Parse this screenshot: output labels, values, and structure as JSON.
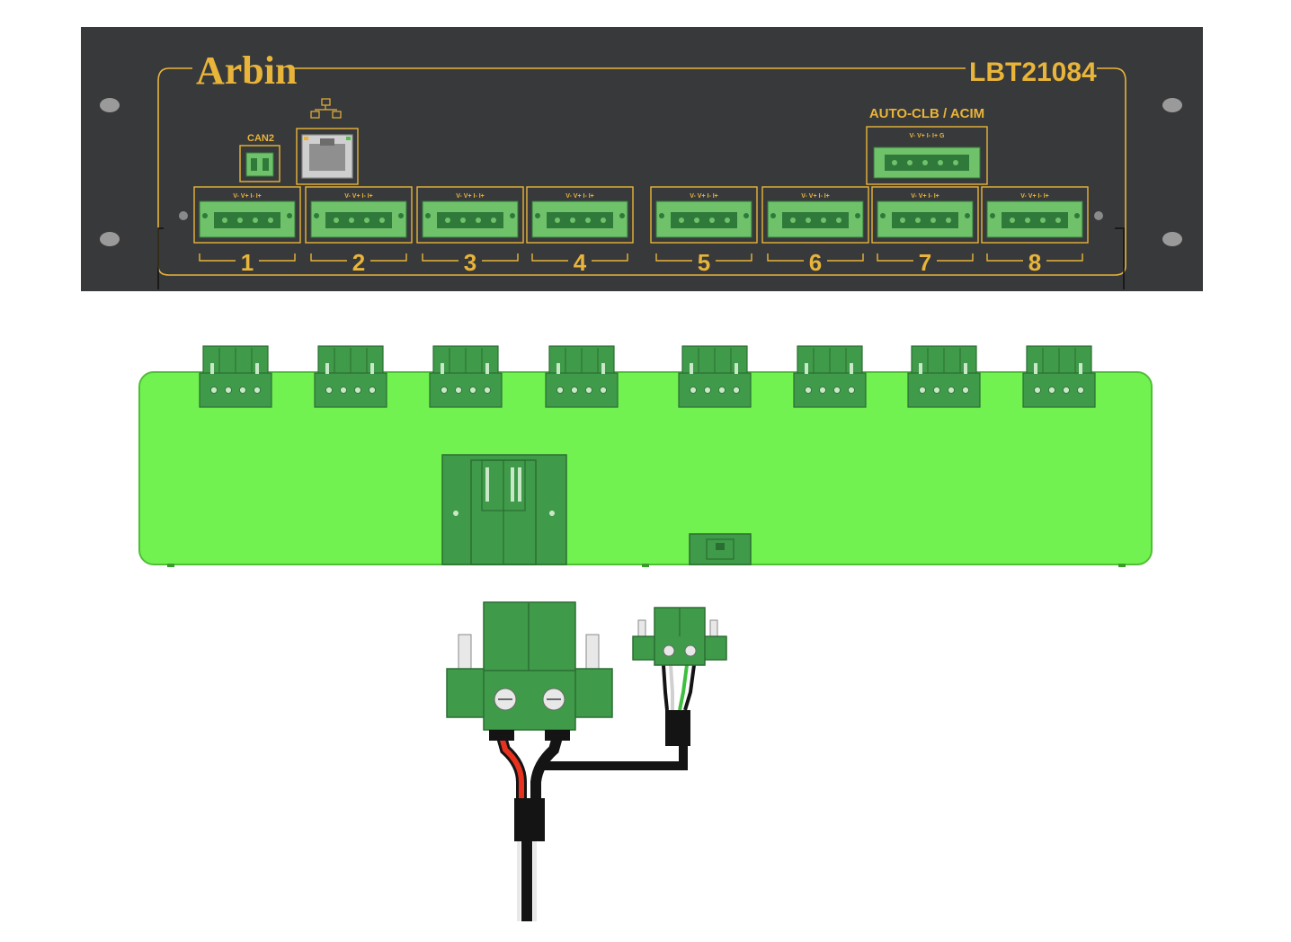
{
  "panel": {
    "brand": "Arbin",
    "model": "LBT21084",
    "can_label": "CAN2",
    "aux_label": "AUTO-CLB / ACIM",
    "aux_pins": "V-  V+  I-  I+  G",
    "pin_labels": "V-  V+  I-  I+",
    "channels": [
      "1",
      "2",
      "3",
      "4",
      "5",
      "6",
      "7",
      "8"
    ]
  },
  "colors": {
    "panel": "#38393b",
    "gold": "#e8b43a",
    "connector": "#6fc26a",
    "connector_dark": "#2f7a3a",
    "board": "#72f251",
    "board_edge": "#4fbf35",
    "plug": "#3f9a49",
    "plug_dark": "#2b6e32",
    "cable_red": "#e8321f",
    "cable_black": "#141414"
  }
}
